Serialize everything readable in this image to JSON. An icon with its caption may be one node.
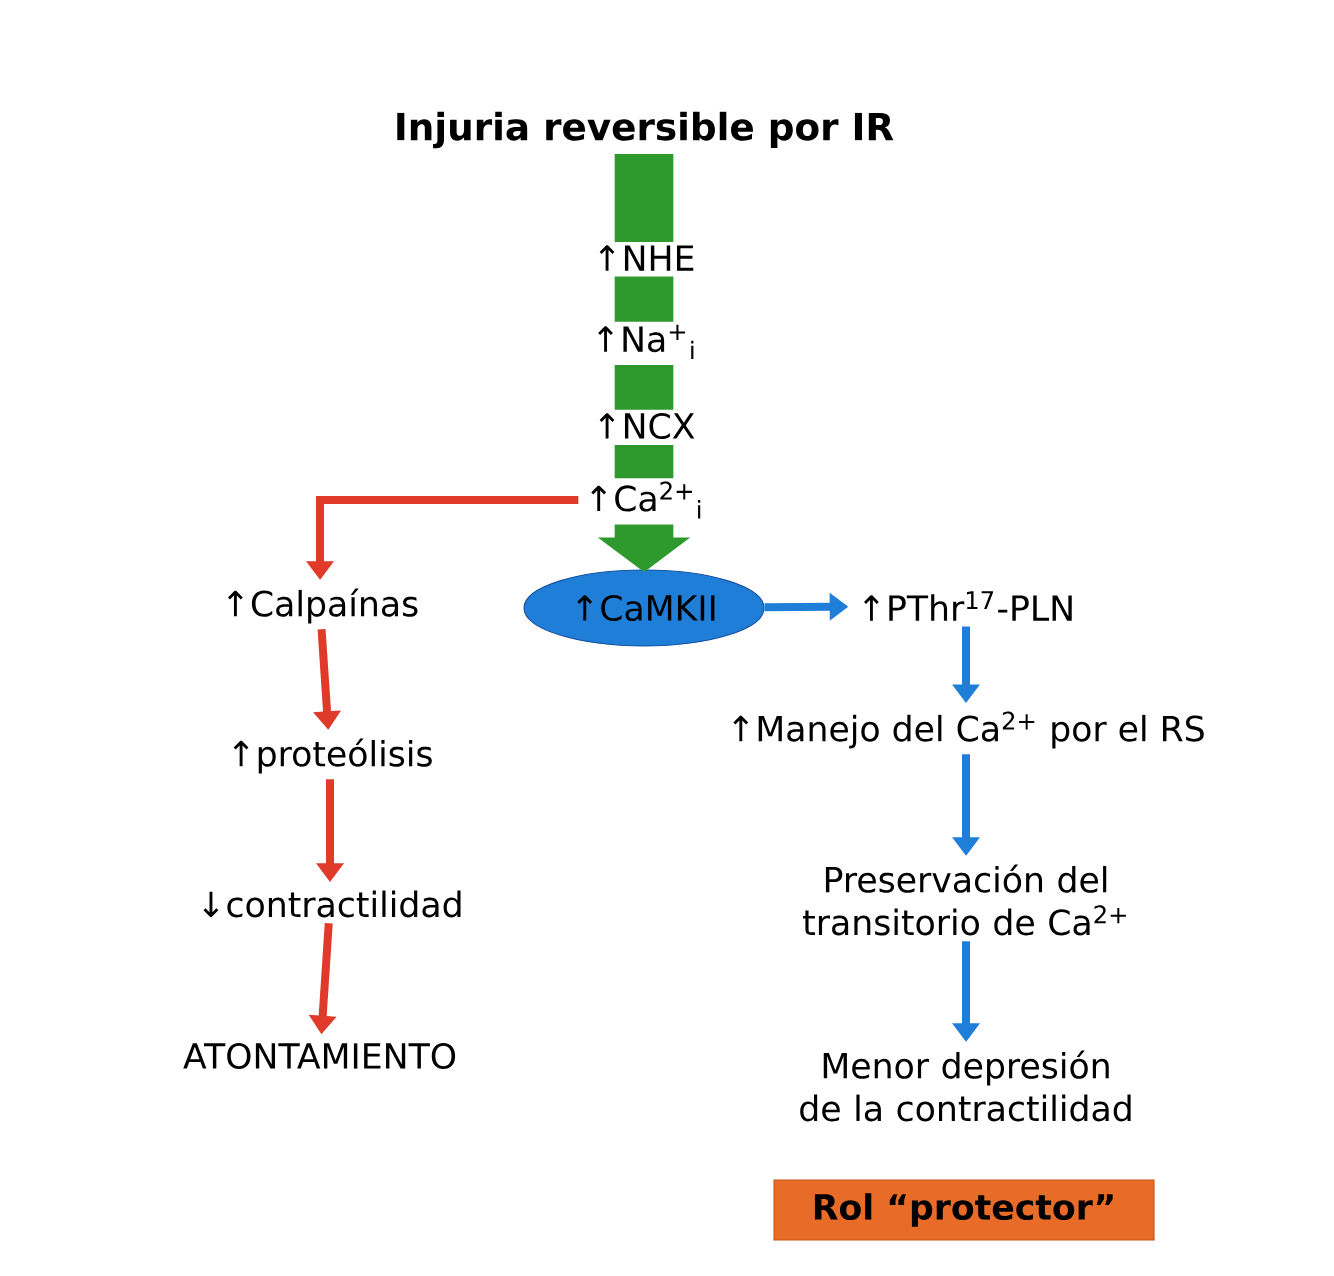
{
  "diagram": {
    "nodes": [
      {
        "text": [
          "Injuria reversible por IR"
        ]
      },
      {
        "text": [
          "↑NHE"
        ]
      },
      {
        "text": [
          "↑Na$^{+}$$_{i}$"
        ]
      },
      {
        "text": [
          "↑NCX"
        ]
      },
      {
        "text": [
          "↑Ca$^{2+}$$_{i}$"
        ]
      },
      {
        "text": [
          "↑CaMKII"
        ]
      },
      {
        "text": [
          "↑Calpaínas"
        ]
      },
      {
        "text": [
          "↑proteólisis"
        ]
      },
      {
        "text": [
          "↓contractilidad"
        ]
      },
      {
        "text": [
          "ATONTAMIENTO"
        ]
      },
      {
        "text": [
          "↑PThr$^{17}$-PLN"
        ]
      },
      {
        "text": [
          "↑Manejo del Ca$^{2+}$ por el RS"
        ]
      },
      {
        "text": [
          "Preservación del transitorio de Ca$^{2+}$"
        ]
      },
      {
        "text": [
          "Menor depresión de la contractilidad"
        ]
      },
      {
        "text": [
          "Rol “protector”"
        ]
      }
    ],
    "edges": [
      {
        "from": 0,
        "to": 1,
        "arrow": "none",
        "style": "thick",
        "color": "#2e9a2e"
      },
      {
        "from": 1,
        "to": 2,
        "arrow": "none",
        "style": "thick",
        "color": "#2e9a2e"
      },
      {
        "from": 2,
        "to": 3,
        "arrow": "none",
        "style": "thick",
        "color": "#2e9a2e"
      },
      {
        "from": 3,
        "to": 4,
        "arrow": "none",
        "style": "thick",
        "color": "#2e9a2e"
      },
      {
        "from": 4,
        "to": 5,
        "arrow": "to",
        "style": "thick",
        "color": "#2e9a2e"
      },
      {
        "from": 4,
        "to": 6,
        "arrow": "to",
        "color": "#e03a2a"
      },
      {
        "from": 6,
        "to": 7,
        "arrow": "to",
        "color": "#e03a2a"
      },
      {
        "from": 7,
        "to": 8,
        "arrow": "to",
        "color": "#e03a2a"
      },
      {
        "from": 8,
        "to": 9,
        "arrow": "to",
        "color": "#e03a2a"
      },
      {
        "from": 5,
        "to": 10,
        "arrow": "to",
        "color": "#1f7fd8"
      },
      {
        "from": 10,
        "to": 11,
        "arrow": "to",
        "color": "#1f7fd8"
      },
      {
        "from": 11,
        "to": 12,
        "arrow": "to",
        "color": "#1f7fd8"
      },
      {
        "from": 12,
        "to": 13,
        "arrow": "to",
        "color": "#1f7fd8"
      }
    ]
  }
}
